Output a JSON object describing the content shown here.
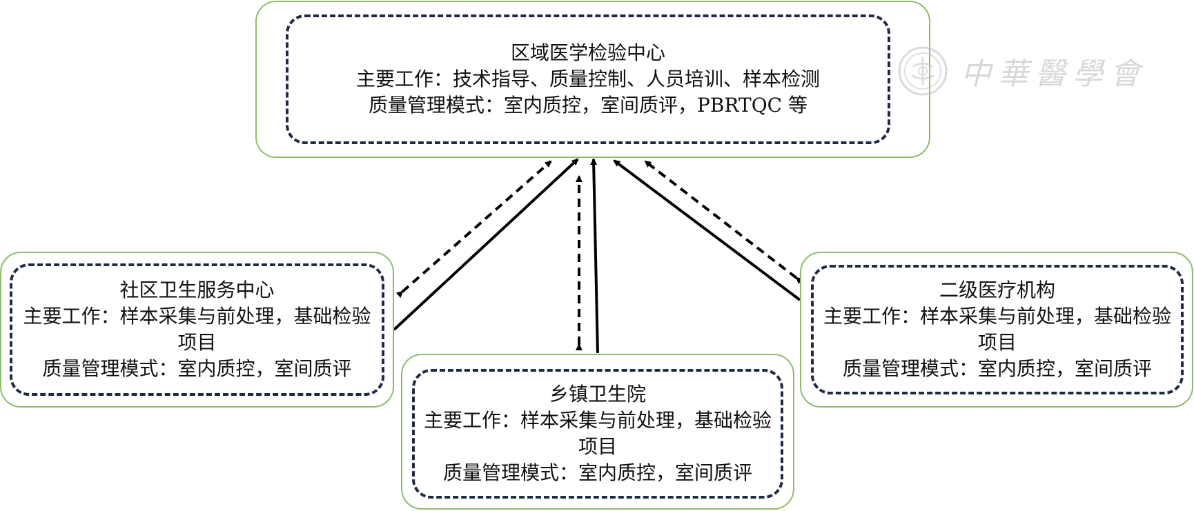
{
  "colors": {
    "box_border": "#8fbc6a",
    "dash_border": "#1f2a44",
    "arrow": "#000000",
    "watermark": "#b9b9b9"
  },
  "center": {
    "title": "区域医学检验中心",
    "work": "主要工作：技术指导、质量控制、人员培训、样本检测",
    "quality": "质量管理模式：室内质控，室间质评，PBRTQC 等"
  },
  "left": {
    "title": "社区卫生服务中心",
    "work": "主要工作：样本采集与前处理，基础检验项目",
    "quality": "质量管理模式：室内质控，室间质评"
  },
  "middle": {
    "title": "乡镇卫生院",
    "work": "主要工作：样本采集与前处理，基础检验项目",
    "quality": "质量管理模式：室内质控，室间质评"
  },
  "right": {
    "title": "二级医疗机构",
    "work": "主要工作：样本采集与前处理，基础检验项目",
    "quality": "质量管理模式：室内质控，室间质评"
  },
  "watermark": {
    "text": "中華醫學會",
    "icon": "society-seal-icon"
  }
}
